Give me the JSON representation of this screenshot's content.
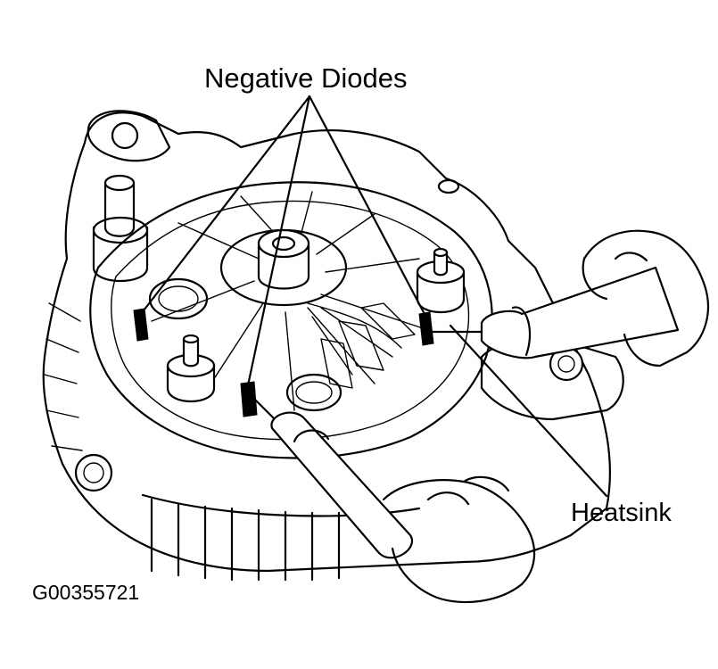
{
  "labels": {
    "negative_diodes": "Negative Diodes",
    "heatsink": "Heatsink",
    "figure_code": "G00355721"
  },
  "colors": {
    "ink": "#000000",
    "background": "#ffffff"
  }
}
